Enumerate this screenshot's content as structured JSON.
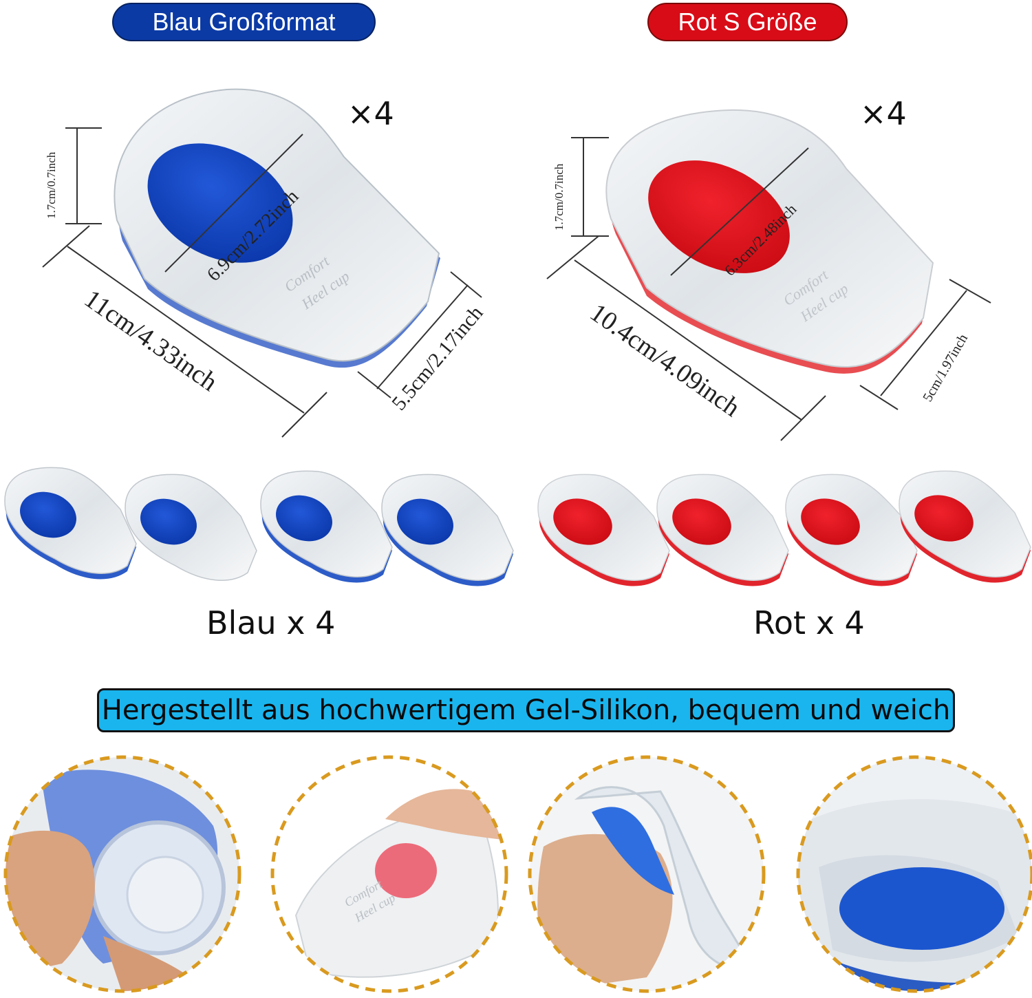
{
  "header": {
    "blue_label": "Blau Großformat",
    "red_label": "Rot S Größe"
  },
  "blue_product": {
    "quantity": "×4",
    "height": "1.7cm/0.7inch",
    "length": "11cm/4.33inch",
    "diagonal": "6.9cm/2.72inch",
    "width": "5.5cm/2.17inch",
    "imprint_line1": "Comfort",
    "imprint_line2": "Heel cup",
    "color": "#1649c8"
  },
  "red_product": {
    "quantity": "×4",
    "height": "1.7cm/0.7inch",
    "length": "10.4cm/4.09inch",
    "diagonal": "6.3cm/2.48inch",
    "width": "5cm/1.97inch",
    "imprint_line1": "Comfort",
    "imprint_line2": "Heel cup",
    "color": "#e0121e"
  },
  "counts": {
    "blue": "Blau x 4",
    "red": "Rot x 4"
  },
  "banner": "Hergestellt aus hochwertigem Gel-Silikon, bequem und weich"
}
